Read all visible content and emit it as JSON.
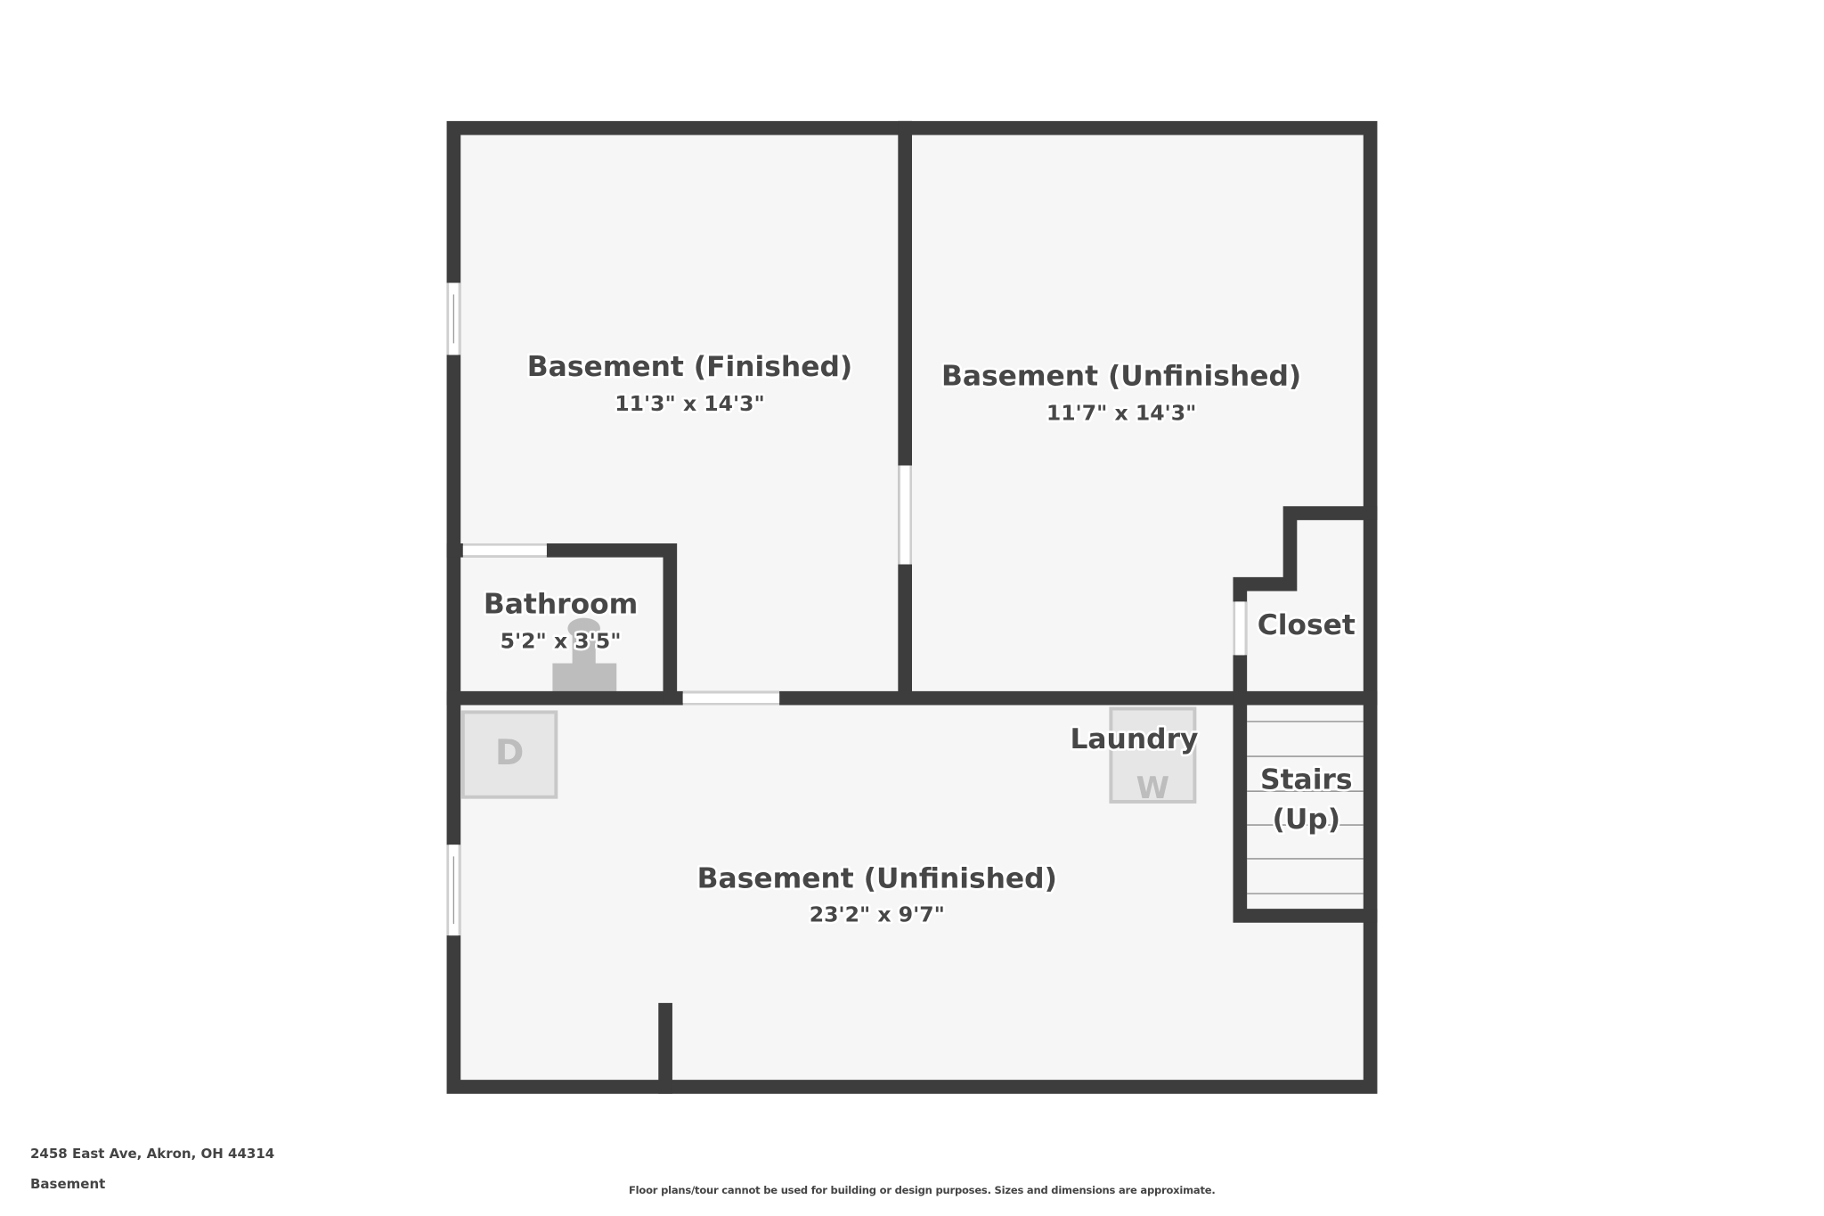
{
  "rooms": [
    {
      "name": "Basement (Finished)",
      "size": "11'3\" x 14'3\""
    },
    {
      "name": "Basement (Unfinished)",
      "size": "11'7\" x 14'3\""
    },
    {
      "name": "Bathroom",
      "size": "5'2\" x 3'5\""
    },
    {
      "name": "Closet"
    },
    {
      "name": "Laundry"
    },
    {
      "name_line1": "Stairs",
      "name_line2": "(Up)"
    },
    {
      "name": "Basement (Unfinished)",
      "size": "23'2\" x 9'7\""
    }
  ],
  "appliances": {
    "dryer": "D",
    "washer": "W"
  },
  "colors": {
    "wall": "#3d3d3d",
    "floor": "#f6f6f6",
    "fixture": "#bdbdbd",
    "text": "#474747"
  },
  "footer": {
    "address": "2458 East Ave, Akron, OH 44314",
    "floor": "Basement",
    "disclaimer": "Floor plans/tour cannot be used for building or design purposes. Sizes and dimensions are approximate."
  }
}
